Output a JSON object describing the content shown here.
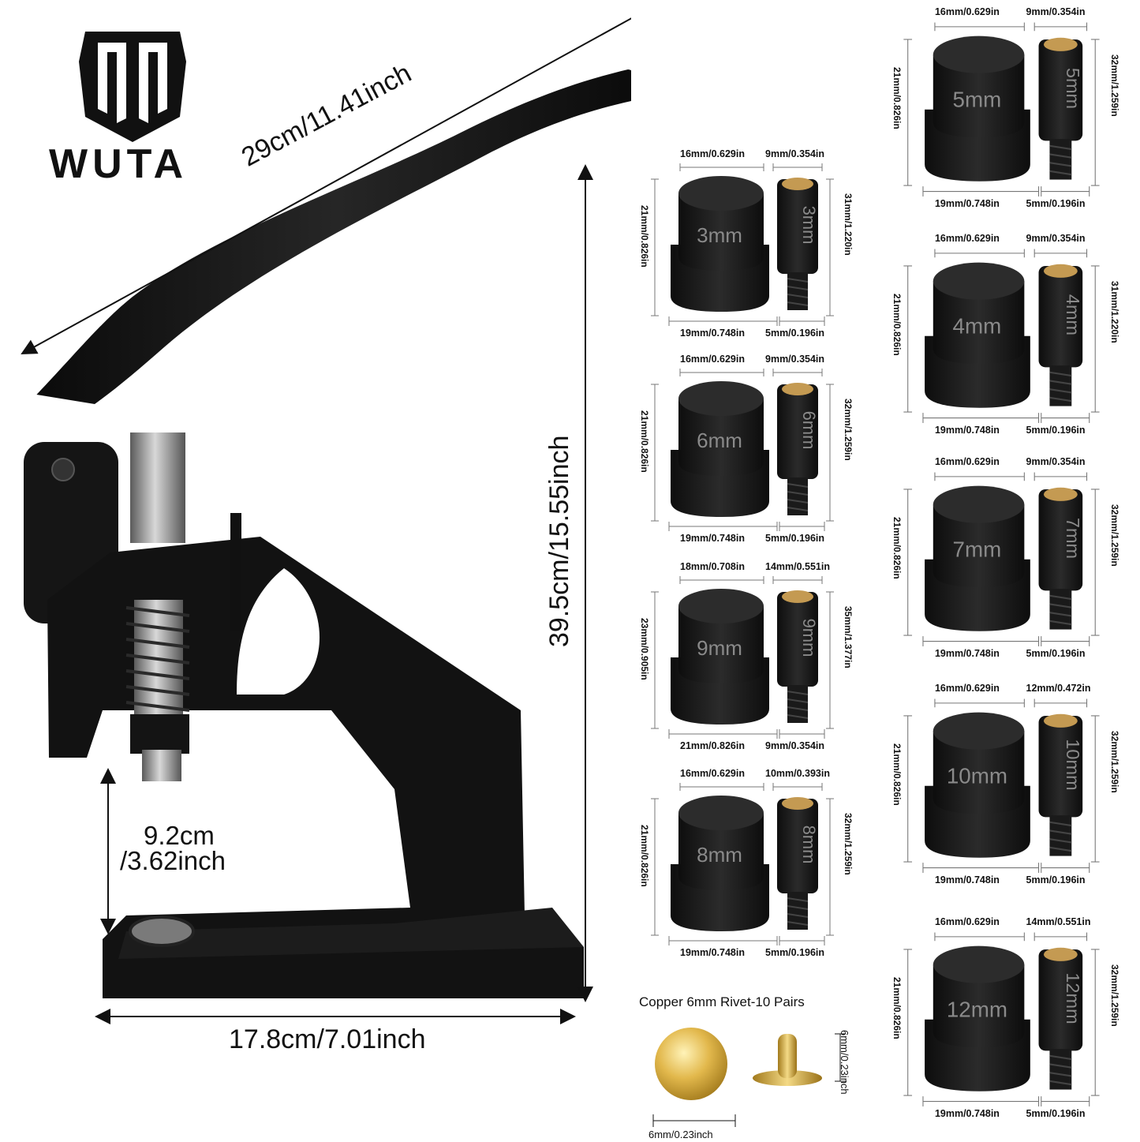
{
  "brand": {
    "name": "WUTA"
  },
  "colors": {
    "machine": "#141414",
    "steel": "#9a9a9a",
    "brass": "#d8b04a",
    "text": "#111111"
  },
  "machine": {
    "length": "29cm/11.41inch",
    "height": "39.5cm/15.55inch",
    "throat_line1": "9.2cm",
    "throat_line2": "/3.62inch",
    "base_width": "17.8cm/7.01inch"
  },
  "die_sets": [
    {
      "size": "3mm",
      "top_w": "16mm/0.629in",
      "pin_w": "9mm/0.354in",
      "h": "21mm/0.826in",
      "pin_h": "31mm/1.220in",
      "bottom_w": "19mm/0.748in",
      "pin_bottom": "5mm/0.196in"
    },
    {
      "size": "6mm",
      "top_w": "16mm/0.629in",
      "pin_w": "9mm/0.354in",
      "h": "21mm/0.826in",
      "pin_h": "32mm/1.259in",
      "bottom_w": "19mm/0.748in",
      "pin_bottom": "5mm/0.196in"
    },
    {
      "size": "9mm",
      "top_w": "18mm/0.708in",
      "pin_w": "14mm/0.551in",
      "h": "23mm/0.905in",
      "pin_h": "35mm/1.377in",
      "bottom_w": "21mm/0.826in",
      "pin_bottom": "9mm/0.354in"
    },
    {
      "size": "8mm",
      "top_w": "16mm/0.629in",
      "pin_w": "10mm/0.393in",
      "h": "21mm/0.826in",
      "pin_h": "32mm/1.259in",
      "bottom_w": "19mm/0.748in",
      "pin_bottom": "5mm/0.196in"
    },
    {
      "size": "5mm",
      "top_w": "16mm/0.629in",
      "pin_w": "9mm/0.354in",
      "h": "21mm/0.826in",
      "pin_h": "32mm/1.259in",
      "bottom_w": "19mm/0.748in",
      "pin_bottom": "5mm/0.196in"
    },
    {
      "size": "4mm",
      "top_w": "16mm/0.629in",
      "pin_w": "9mm/0.354in",
      "h": "21mm/0.826in",
      "pin_h": "31mm/1.220in",
      "bottom_w": "19mm/0.748in",
      "pin_bottom": "5mm/0.196in"
    },
    {
      "size": "7mm",
      "top_w": "16mm/0.629in",
      "pin_w": "9mm/0.354in",
      "h": "21mm/0.826in",
      "pin_h": "32mm/1.259in",
      "bottom_w": "19mm/0.748in",
      "pin_bottom": "5mm/0.196in"
    },
    {
      "size": "10mm",
      "top_w": "16mm/0.629in",
      "pin_w": "12mm/0.472in",
      "h": "21mm/0.826in",
      "pin_h": "32mm/1.259in",
      "bottom_w": "19mm/0.748in",
      "pin_bottom": "5mm/0.196in"
    },
    {
      "size": "12mm",
      "top_w": "16mm/0.629in",
      "pin_w": "14mm/0.551in",
      "h": "21mm/0.826in",
      "pin_h": "32mm/1.259in",
      "bottom_w": "19mm/0.748in",
      "pin_bottom": "5mm/0.196in"
    }
  ],
  "rivet": {
    "title": "Copper 6mm Rivet-10 Pairs",
    "cap_w": "6mm/0.23inch",
    "post_h": "6mm/0.23inch"
  }
}
